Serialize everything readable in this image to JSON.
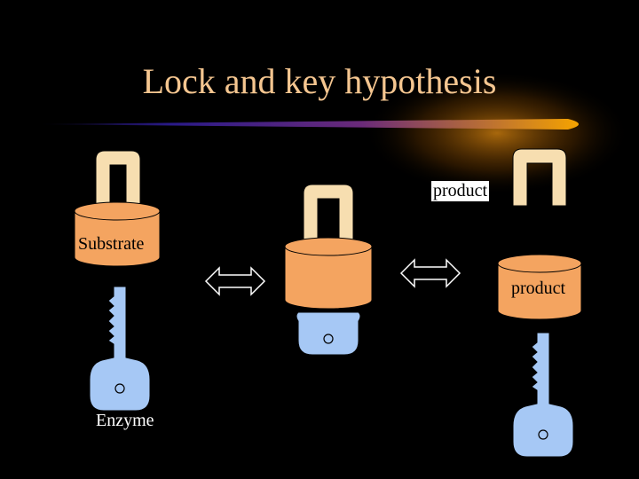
{
  "slide": {
    "title": "Lock and key hypothesis",
    "labels": {
      "substrate": "Substrate",
      "enzyme": "Enzyme",
      "product_top": "product",
      "product_bottom": "product"
    }
  },
  "colors": {
    "background": "#000000",
    "title": "#f5c690",
    "lock_body": "#f4a460",
    "shackle": "#f7deb0",
    "key": "#a6c8f5",
    "arrow": "#ffffff",
    "title_rule_start": "#2a1a8a",
    "title_rule_end": "#f5a300"
  },
  "icons": [
    "padlock-icon",
    "key-icon",
    "double-arrow-icon"
  ]
}
